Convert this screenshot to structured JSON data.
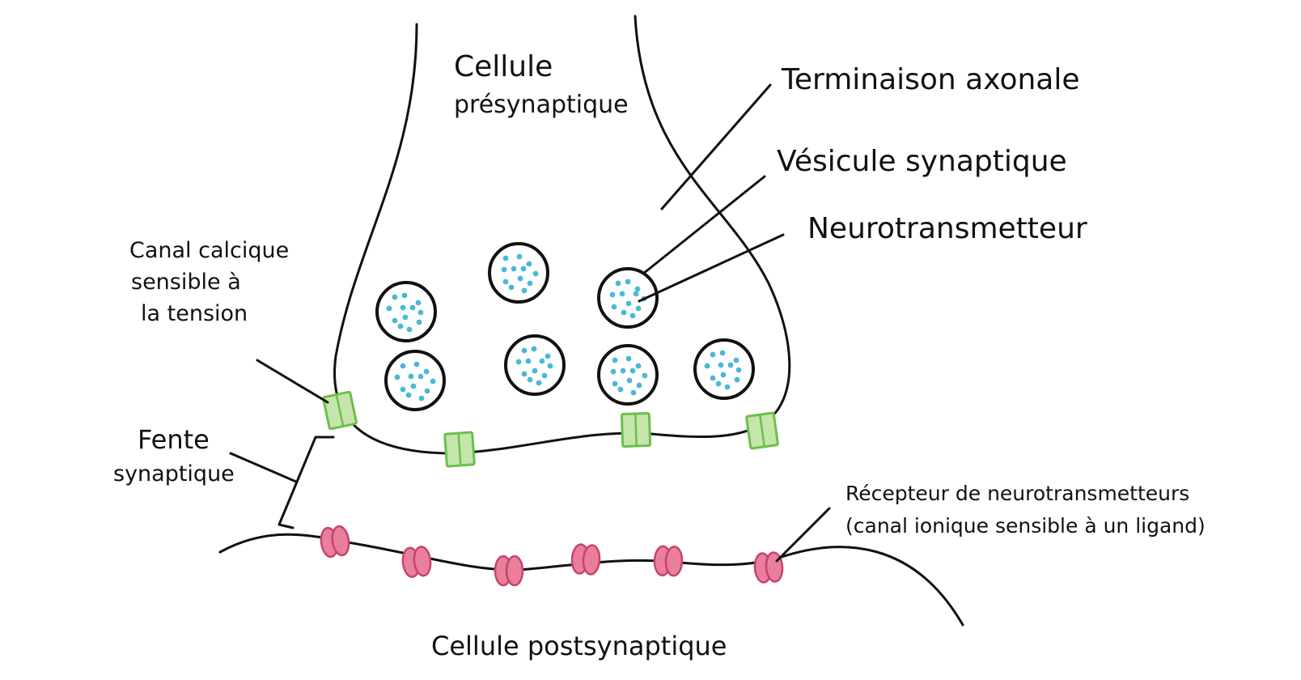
{
  "labels": {
    "presynaptic": [
      "Cellule",
      "présynaptique"
    ],
    "axon_terminal": "Terminaison axonale",
    "synaptic_vesicle": "Vésicule synaptique",
    "neurotransmitter": "Neurotransmetteur",
    "calcium_channel": [
      "Canal calcique",
      "sensible à",
      "la tension"
    ],
    "synaptic_cleft": [
      "Fente",
      "synaptique"
    ],
    "receptor": [
      "Récepteur de neurotransmetteurs",
      "(canal ionique sensible à un ligand)"
    ],
    "postsynaptic": "Cellule postsynaptique"
  },
  "colors": {
    "outline": "#111111",
    "dot": "#4ab8d8",
    "channel_fill": "#c5e5aa",
    "channel_stroke": "#6cbf4c",
    "receptor_fill": "#ea7f9c",
    "receptor_stroke": "#c6446a"
  }
}
